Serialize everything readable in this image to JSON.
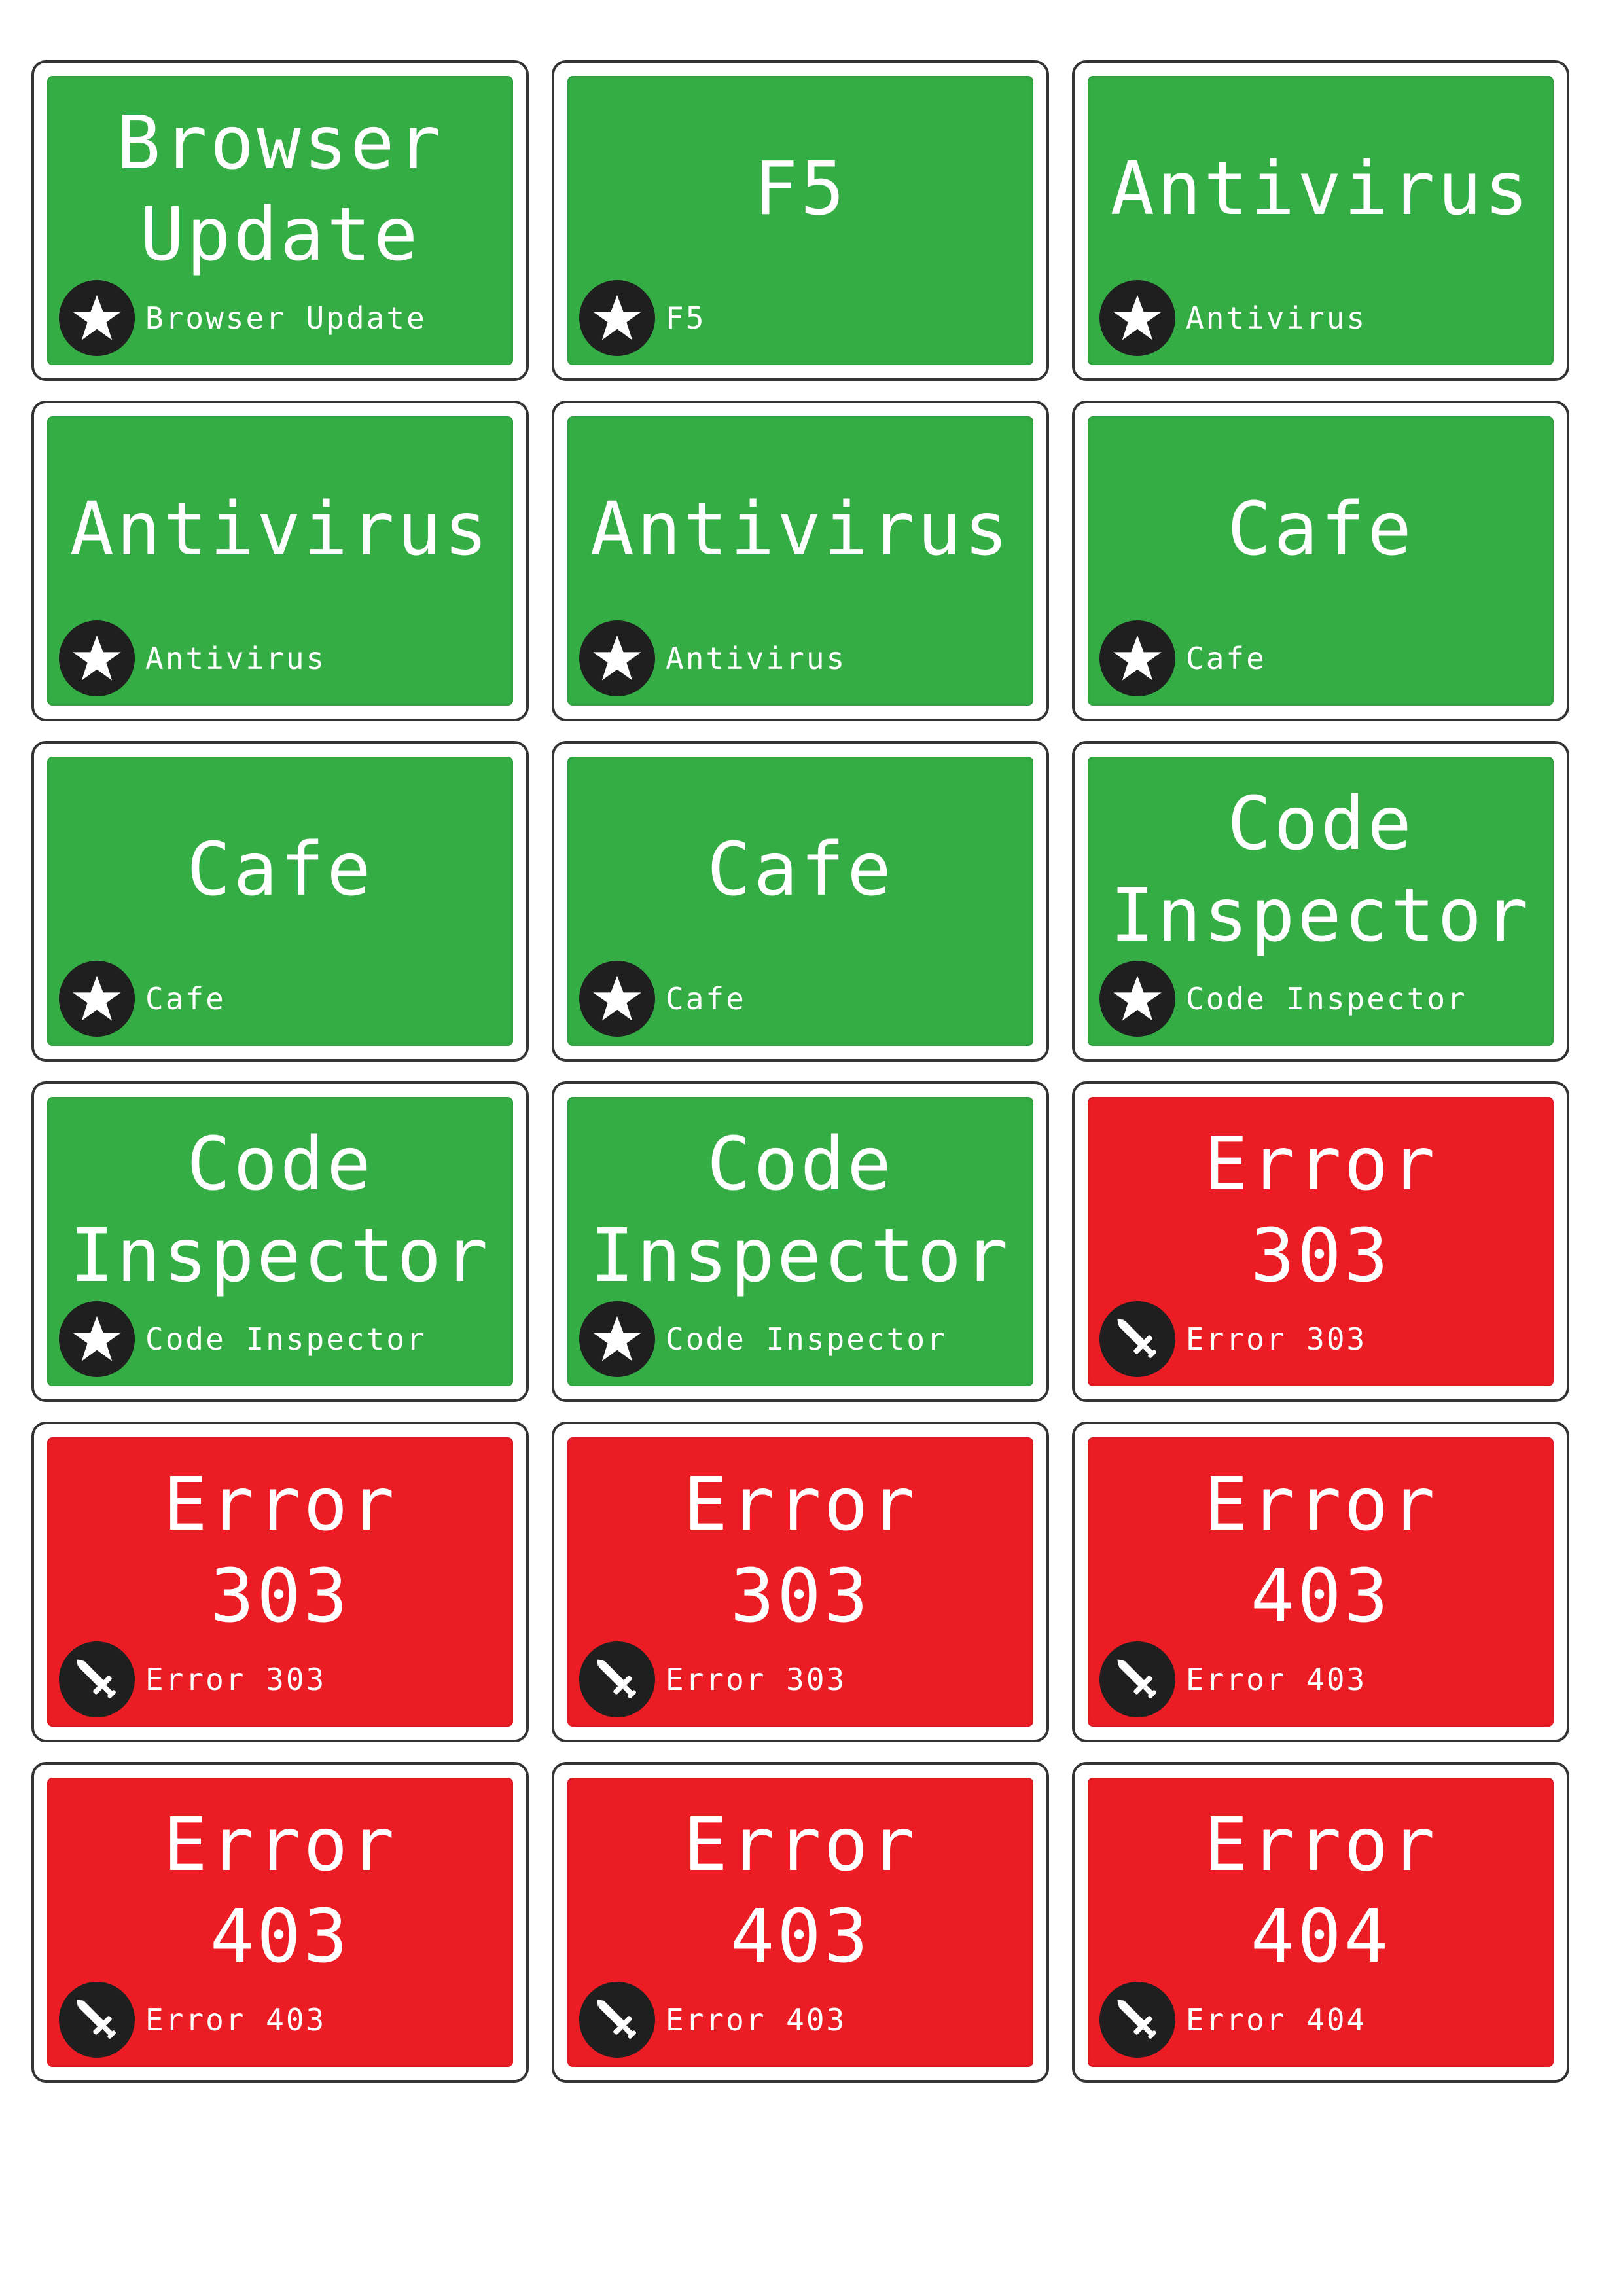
{
  "colors": {
    "good": "#34ad44",
    "bad": "#ec1c24",
    "badge": "#1f1f1f",
    "text": "#ffffff"
  },
  "cards": [
    {
      "type": "good",
      "icon": "star-icon",
      "title_lines": [
        "Browser",
        "Update"
      ],
      "label": "Browser Update"
    },
    {
      "type": "good",
      "icon": "star-icon",
      "title_lines": [
        "F5"
      ],
      "label": "F5"
    },
    {
      "type": "good",
      "icon": "star-icon",
      "title_lines": [
        "Antivirus"
      ],
      "label": "Antivirus"
    },
    {
      "type": "good",
      "icon": "star-icon",
      "title_lines": [
        "Antivirus"
      ],
      "label": "Antivirus"
    },
    {
      "type": "good",
      "icon": "star-icon",
      "title_lines": [
        "Antivirus"
      ],
      "label": "Antivirus"
    },
    {
      "type": "good",
      "icon": "star-icon",
      "title_lines": [
        "Cafe"
      ],
      "label": "Cafe"
    },
    {
      "type": "good",
      "icon": "star-icon",
      "title_lines": [
        "Cafe"
      ],
      "label": "Cafe"
    },
    {
      "type": "good",
      "icon": "star-icon",
      "title_lines": [
        "Cafe"
      ],
      "label": "Cafe"
    },
    {
      "type": "good",
      "icon": "star-icon",
      "title_lines": [
        "Code",
        "Inspector"
      ],
      "label": "Code Inspector"
    },
    {
      "type": "good",
      "icon": "star-icon",
      "title_lines": [
        "Code",
        "Inspector"
      ],
      "label": "Code Inspector"
    },
    {
      "type": "good",
      "icon": "star-icon",
      "title_lines": [
        "Code",
        "Inspector"
      ],
      "label": "Code Inspector"
    },
    {
      "type": "bad",
      "icon": "sword-icon",
      "title_lines": [
        "Error",
        "303"
      ],
      "label": "Error 303"
    },
    {
      "type": "bad",
      "icon": "sword-icon",
      "title_lines": [
        "Error",
        "303"
      ],
      "label": "Error 303"
    },
    {
      "type": "bad",
      "icon": "sword-icon",
      "title_lines": [
        "Error",
        "303"
      ],
      "label": "Error 303"
    },
    {
      "type": "bad",
      "icon": "sword-icon",
      "title_lines": [
        "Error",
        "403"
      ],
      "label": "Error 403"
    },
    {
      "type": "bad",
      "icon": "sword-icon",
      "title_lines": [
        "Error",
        "403"
      ],
      "label": "Error 403"
    },
    {
      "type": "bad",
      "icon": "sword-icon",
      "title_lines": [
        "Error",
        "403"
      ],
      "label": "Error 403"
    },
    {
      "type": "bad",
      "icon": "sword-icon",
      "title_lines": [
        "Error",
        "404"
      ],
      "label": "Error 404"
    }
  ]
}
